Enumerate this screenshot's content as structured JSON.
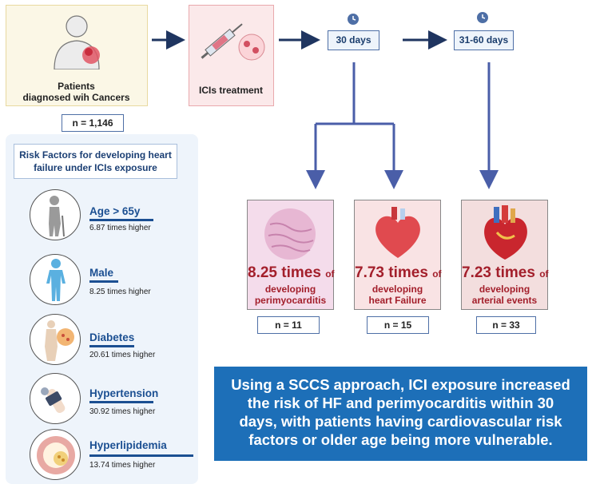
{
  "patients": {
    "label_line1": "Patients",
    "label_line2": "diagnosed wih Cancers",
    "n": "n = 1,146"
  },
  "treatment": {
    "label": "ICIs treatment"
  },
  "timeline": {
    "day30": "30 days",
    "day31_60": "31-60  days"
  },
  "risk_factors": {
    "title_line1": "Risk Factors for developing heart",
    "title_line2": "failure under ICIs exposure",
    "items": [
      {
        "name": "Age > 65y",
        "value": "6.87 times higher",
        "icon": "elderly-person-icon"
      },
      {
        "name": "Male",
        "value": "8.25 times higher",
        "icon": "male-body-icon"
      },
      {
        "name": "Diabetes",
        "value": "20.61 times higher",
        "icon": "diabetes-icon"
      },
      {
        "name": "Hypertension",
        "value": "30.92 times higher",
        "icon": "blood-pressure-cuff-icon"
      },
      {
        "name": "Hyperlipidemia",
        "value": "13.74 times higher",
        "icon": "clogged-artery-icon"
      }
    ]
  },
  "outcomes": [
    {
      "times": "8.25 times",
      "of": "of",
      "line1": "developing",
      "line2": "perimyocarditis",
      "n": "n = 11",
      "icon": "myocardial-tissue-icon"
    },
    {
      "times": "7.73 times",
      "of": "of",
      "line1": "developing",
      "line2": "heart Failure",
      "n": "n = 15",
      "icon": "heart-icon"
    },
    {
      "times": "7.23 times",
      "of": "of",
      "line1": "developing",
      "line2": "arterial events",
      "n": "n = 33",
      "icon": "anatomical-heart-icon"
    }
  ],
  "conclusion": {
    "line1": "Using a SCCS approach, ICI exposure increased",
    "line2": "the risk of HF and perimyocarditis within 30",
    "line3": "days, with patients having cardiovascular risk",
    "line4": "factors or older age being more vulnerable."
  },
  "colors": {
    "arrow": "#1f3560",
    "flow_arrow": "#4a5ea8",
    "accent_red": "#a31f2b",
    "accent_blue": "#1b4f92",
    "conclusion_bg": "#1d6fb8"
  }
}
